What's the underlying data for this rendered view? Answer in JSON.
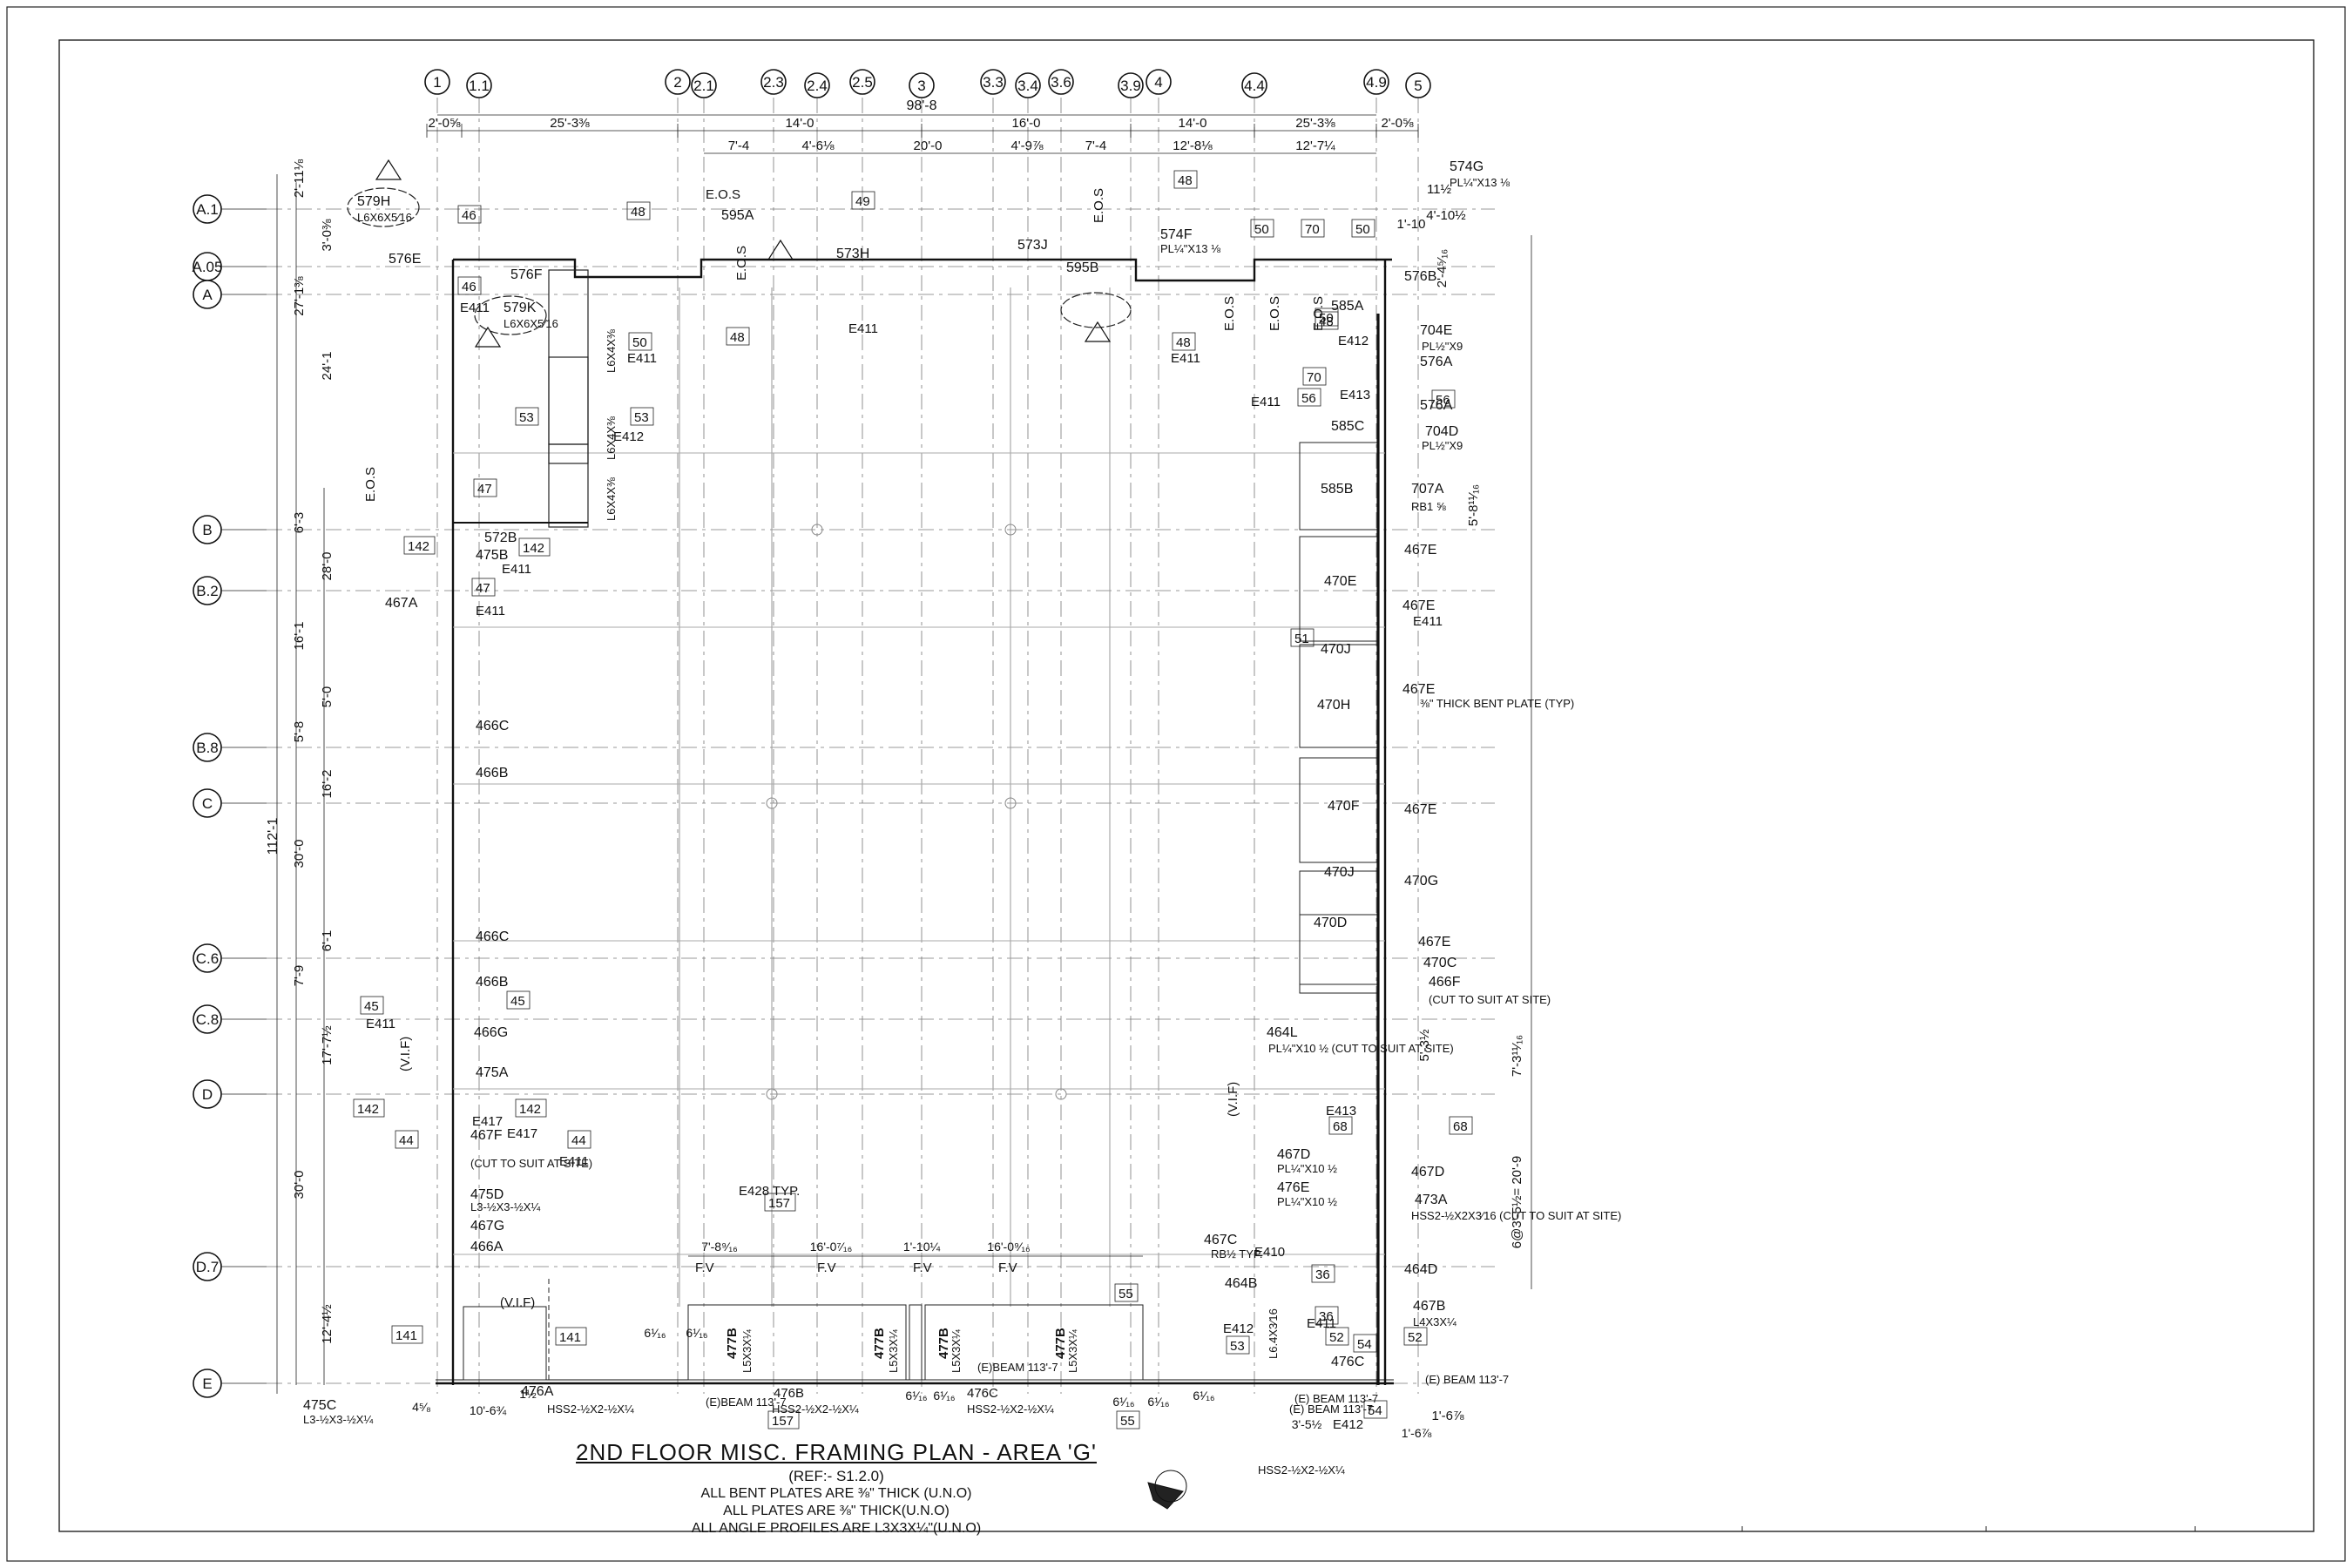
{
  "grid": {
    "top": [
      "1",
      "1.1",
      "2",
      "2.1",
      "2.3",
      "2.4",
      "2.5",
      "3",
      "3.3",
      "3.4",
      "3.6",
      "3.9",
      "4",
      "4.4",
      "4.9",
      "5"
    ],
    "left": [
      "A.1",
      "A.05",
      "A",
      "B",
      "B.2",
      "B.8",
      "C",
      "C.6",
      "C.8",
      "D",
      "D.7",
      "E"
    ]
  },
  "dimensions": {
    "top_overall": "98'-8",
    "top_row1": [
      "2'-0⅝",
      "25'-3⅜",
      "14'-0",
      "16'-0",
      "14'-0",
      "25'-3⅜",
      "2'-0⅝"
    ],
    "top_row2": [
      "7'-4",
      "4'-6⅛",
      "20'-0",
      "4'-9⅞",
      "7'-4",
      "12'-8⅛",
      "12'-7¼"
    ],
    "left_overall": "112'-1",
    "left_bays": [
      "2'-11⅛",
      "3'-0⅜",
      "27'-1⅜",
      "24'-1",
      "6'-3",
      "28'-0",
      "16'-1",
      "5'-0",
      "5'-8",
      "16'-2",
      "30'-0",
      "6'-1",
      "7'-9",
      "17'-7½",
      "30'-0",
      "12'-4½"
    ],
    "right": [
      "11½",
      "4'-10½",
      "1'-10",
      "2'-4⁵⁄₁₆",
      "5'-8¹¹⁄₁₆",
      "5'-3½",
      "7'-3¹¹⁄₁₆",
      "6@3'-5½= 20'-9",
      "1'-6⅞"
    ],
    "bottom": [
      "10'-6¾",
      "1½",
      "4⁵⁄₈",
      "6¹⁄₁₆",
      "6¹⁄₁₆",
      "6¹⁄₁₆",
      "6¹⁄₁₆",
      "6¹⁄₁₆",
      "6¹⁄₁₆",
      "6¹⁄₁₆",
      "3'-5½",
      "1'-6⅞"
    ],
    "bay_bottom": [
      "7'-8⁹⁄₁₆",
      "16'-0⁷⁄₁₆",
      "1'-10¼",
      "16'-0⁹⁄₁₆"
    ]
  },
  "labels": {
    "marks_left": [
      "576E",
      "576F",
      "579H",
      "579K",
      "572B",
      "475B",
      "467A",
      "466C",
      "466B",
      "466C",
      "466B",
      "466G",
      "475A",
      "467F",
      "475D",
      "467G",
      "466A",
      "475C",
      "476A"
    ],
    "marks_right": [
      "574G",
      "576B",
      "585A",
      "704E",
      "576A",
      "576A",
      "585C",
      "704D",
      "585B",
      "707A",
      "467E",
      "470E",
      "467E",
      "470J",
      "470H",
      "467E",
      "470F",
      "467E",
      "470J",
      "470G",
      "470D",
      "467E",
      "470C",
      "466F",
      "464L",
      "467D",
      "467D",
      "476E",
      "473A",
      "467C",
      "464B",
      "464D",
      "467B",
      "476C"
    ],
    "marks_top": [
      "595A",
      "573H",
      "573J",
      "595B",
      "574F"
    ],
    "marks_bottom": [
      "476B",
      "477B",
      "477B",
      "477B",
      "477B",
      "476C"
    ],
    "sections": [
      "46",
      "46",
      "48",
      "48",
      "48",
      "49",
      "50",
      "70",
      "50",
      "50",
      "48",
      "48",
      "47",
      "53",
      "53",
      "47",
      "142",
      "142",
      "142",
      "142",
      "45",
      "45",
      "44",
      "44",
      "141",
      "141",
      "51",
      "56",
      "56",
      "70",
      "50",
      "68",
      "68",
      "36",
      "36",
      "52",
      "52",
      "54",
      "54",
      "55",
      "55",
      "53",
      "157",
      "157"
    ],
    "refs": [
      "E411",
      "E411",
      "E411",
      "E411",
      "E412",
      "E411",
      "E411",
      "E413",
      "E412",
      "E411",
      "E411",
      "E417",
      "E411",
      "E417",
      "E411",
      "E413",
      "E410",
      "E412",
      "E411",
      "E412",
      "E428 TYP."
    ],
    "notes": [
      "E.O.S",
      "E.O.S",
      "E.O.S",
      "E.O.S",
      "E.O.S",
      "E.O.S",
      "E.O.S",
      "F.V",
      "F.V",
      "F.V",
      "F.V",
      "(V.I.F)",
      "(V.I.F)",
      "(V.I.F)"
    ],
    "profiles": [
      "L6X6X5⁄16",
      "L6X6X5⁄16",
      "L6X4X⅜",
      "L6X4X⅜",
      "L6X4X⅜",
      "PL¼\"X13 ⅛",
      "PL¼\"X13 ⅛",
      "PL½\"X9",
      "PL½\"X9",
      "RB1 ⅝",
      "⅜\" THICK BENT PLATE (TYP)",
      "(CUT TO SUIT AT SITE)",
      "PL¼\"X10 ½ (CUT TO SUIT AT SITE)",
      "PL¼\"X10 ½",
      "PL¼\"X10 ½",
      "HSS2-½X2X3⁄16 (CUT TO SUIT AT SITE)",
      "RB½ TYP.",
      "L4X3X¼",
      "L6.4X3⁄16",
      "L3-½X3-½X¼",
      "L3-½X3-½X¼",
      "(CUT TO SUIT AT SITE)",
      "HSS2-½X2-½X¼",
      "HSS2-½X2-½X¼",
      "HSS2-½X2-½X¼",
      "HSS2-½X2-½X¼",
      "L5X3X¼",
      "L5X3X¼",
      "L5X3X¼",
      "L5X3X¼",
      "(E)BEAM 113'-7",
      "(E)BEAM 113'-7",
      "(E) BEAM 113'-7",
      "(E) BEAM 113'-7",
      "(E) BEAM 113'-7"
    ]
  },
  "title": {
    "main": "2ND FLOOR  MISC. FRAMING PLAN - AREA 'G'",
    "ref": "(REF:- S1.2.0)",
    "notes": [
      "ALL BENT PLATES ARE ⅜\" THICK (U.N.O)",
      "ALL PLATES  ARE ⅜\" THICK(U.N.O)",
      "ALL ANGLE PROFILES ARE L3X3X¼\"(U.N.O)"
    ]
  }
}
